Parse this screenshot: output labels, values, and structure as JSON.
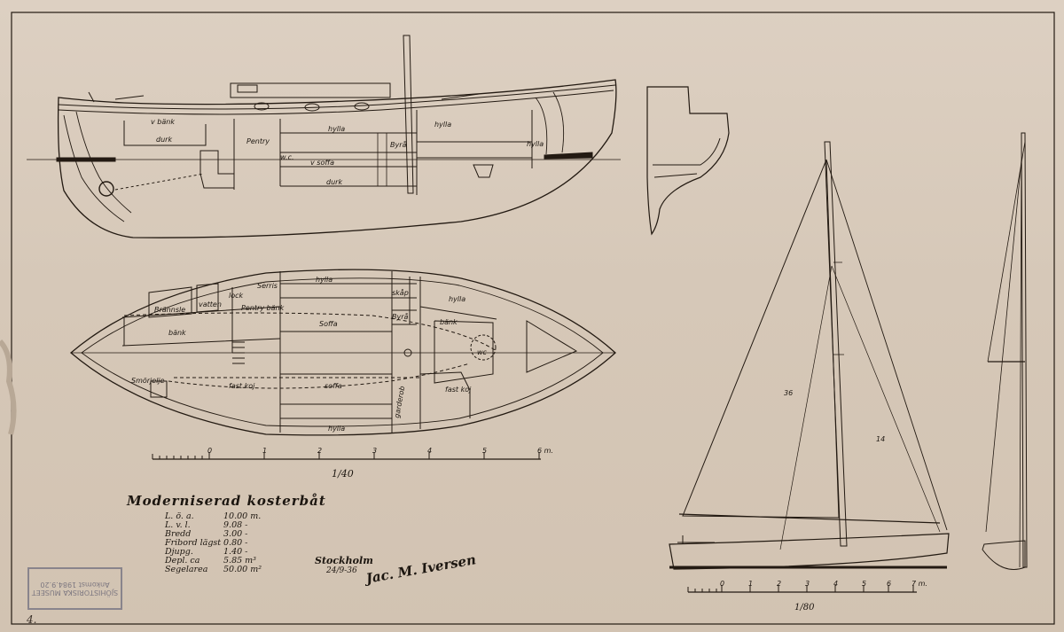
{
  "drawing": {
    "title": "Moderniserad kosterbåt",
    "specs": [
      {
        "key": "L. ö. a.",
        "value": "10.00 m."
      },
      {
        "key": "L. v. l.",
        "value": "9.08 -"
      },
      {
        "key": "Bredd",
        "value": "3.00 -"
      },
      {
        "key": "Fribord lägst",
        "value": "0.80 -"
      },
      {
        "key": "Djupg.",
        "value": "1.40 -"
      },
      {
        "key": "Depl.    ca",
        "value": "5.85 m³"
      },
      {
        "key": "Segelarea",
        "value": "50.00 m²"
      }
    ],
    "place": "Stockholm",
    "date": "24/9-36",
    "signature": "Jac. M. Iversen",
    "sheet_number": "4.",
    "stamp": {
      "line1": "SJÖHISTORISKA MUSEET",
      "line2": "Ankomst 1984.9.20"
    }
  },
  "profile_labels": {
    "bank": "v bänk",
    "durk_fwd": "durk",
    "pentry": "Pentry",
    "hylla_1": "hylla",
    "hylla_2": "hylla",
    "hylla_3": "hylla",
    "byra": "Byrå",
    "soffa": "v soffa",
    "durk_aft": "durk",
    "wc": "w.c."
  },
  "plan_labels": {
    "serris": "Serris",
    "hylla_top": "hylla",
    "skap": "skåp",
    "hylla_right": "hylla",
    "brannsle": "Brännsle",
    "vatten": "vatten",
    "lock": "lock",
    "pentry_bank": "Pentry bänk",
    "soffa_top": "Soffa",
    "byra": "Byrå",
    "bank_right": "bänk",
    "bank_left": "bänk",
    "wc": "wc",
    "smorjelje": "Smörjelje",
    "fast_koj_left": "fast koj",
    "soffa_bottom": "soffa",
    "garderob": "garderob",
    "fast_koj_right": "fast koj",
    "hylla_bottom": "hylla"
  },
  "scale_1": {
    "ticks": [
      "0",
      "1",
      "2",
      "3",
      "4",
      "5",
      "6 m."
    ],
    "ratio": "1/40"
  },
  "scale_2": {
    "ticks": [
      "0",
      "1",
      "2",
      "3",
      "4",
      "5",
      "6",
      "7 m."
    ],
    "ratio": "1/80"
  },
  "sail_labels": {
    "main": "36",
    "jib": "14"
  }
}
